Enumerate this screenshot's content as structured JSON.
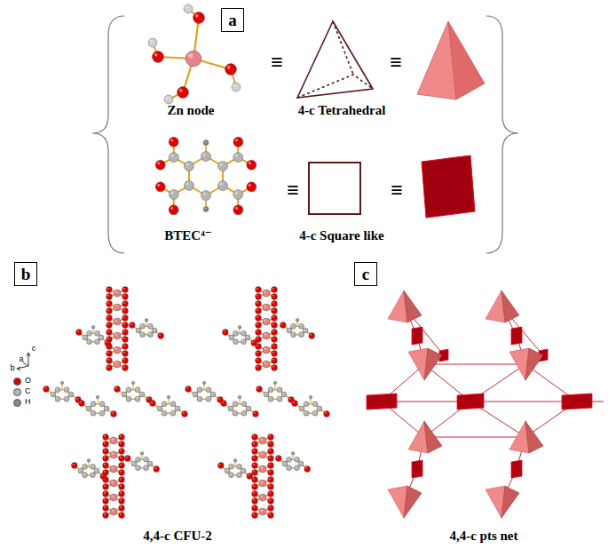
{
  "diagram": {
    "nodes": [
      {
        "text": [
          "a"
        ]
      },
      {
        "text": [
          "b"
        ]
      },
      {
        "text": [
          "c"
        ]
      }
    ],
    "labels": [
      "Zn node",
      "≡",
      "4-c Tetrahedral",
      "≡",
      "BTEC⁴⁻",
      "≡",
      "4-c Square like",
      "≡",
      "b",
      "a",
      "c",
      "4,4-c CFU-2",
      "4,4-c pts net"
    ],
    "legend": [
      {
        "text": "O",
        "color": "#e00000"
      },
      {
        "text": "C",
        "color": "#b4b4b4"
      },
      {
        "text": "H",
        "color": "#8a8a8a"
      }
    ]
  }
}
